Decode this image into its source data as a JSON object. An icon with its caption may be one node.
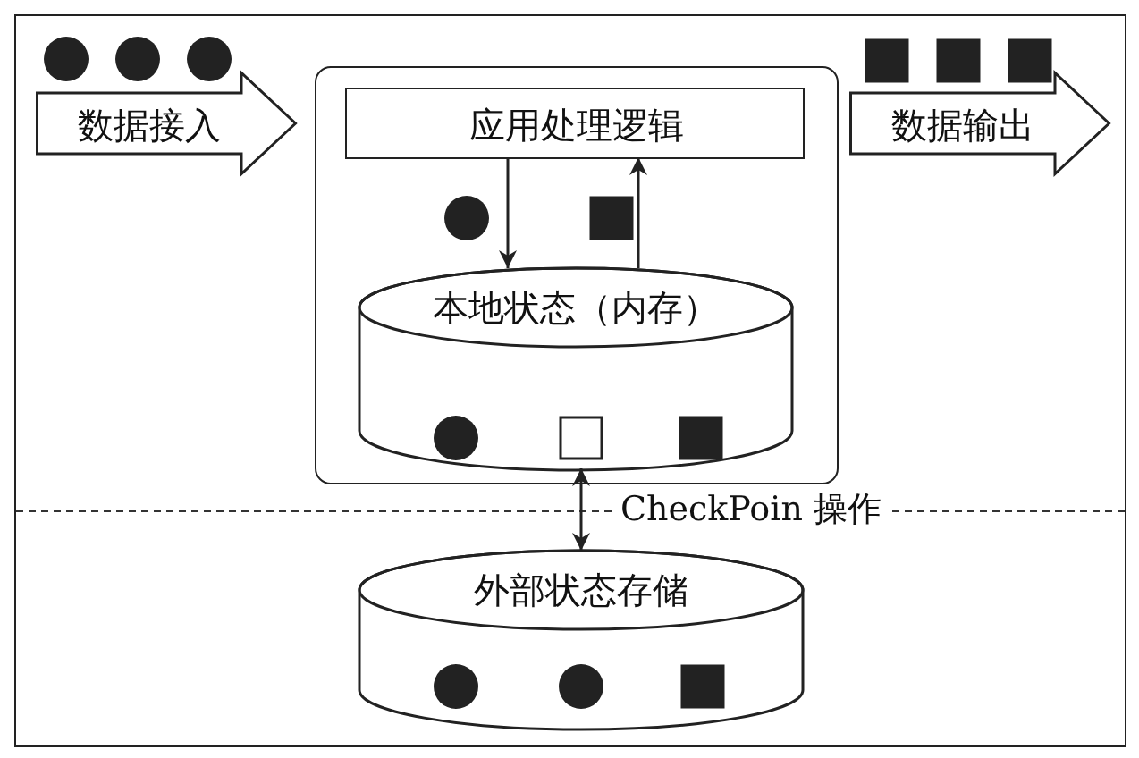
{
  "diagram": {
    "nodes": [
      {
        "text": [
          "数据接入"
        ]
      },
      {
        "text": [],
        "shape": "box"
      },
      {
        "text": [
          "应用处理逻辑"
        ],
        "in": 1
      },
      {
        "text": [
          "本地状态（内存）"
        ],
        "in": 1
      },
      {
        "text": [
          "数据输出"
        ]
      },
      {
        "text": [
          "外部状态存储"
        ]
      }
    ],
    "edges": [
      {
        "from": 2,
        "to": 3,
        "arrow": "to"
      },
      {
        "from": 3,
        "to": 2,
        "arrow": "to"
      },
      {
        "from": 3,
        "to": 5,
        "arrow": "both",
        "label": "CheckPoin 操作"
      }
    ]
  }
}
